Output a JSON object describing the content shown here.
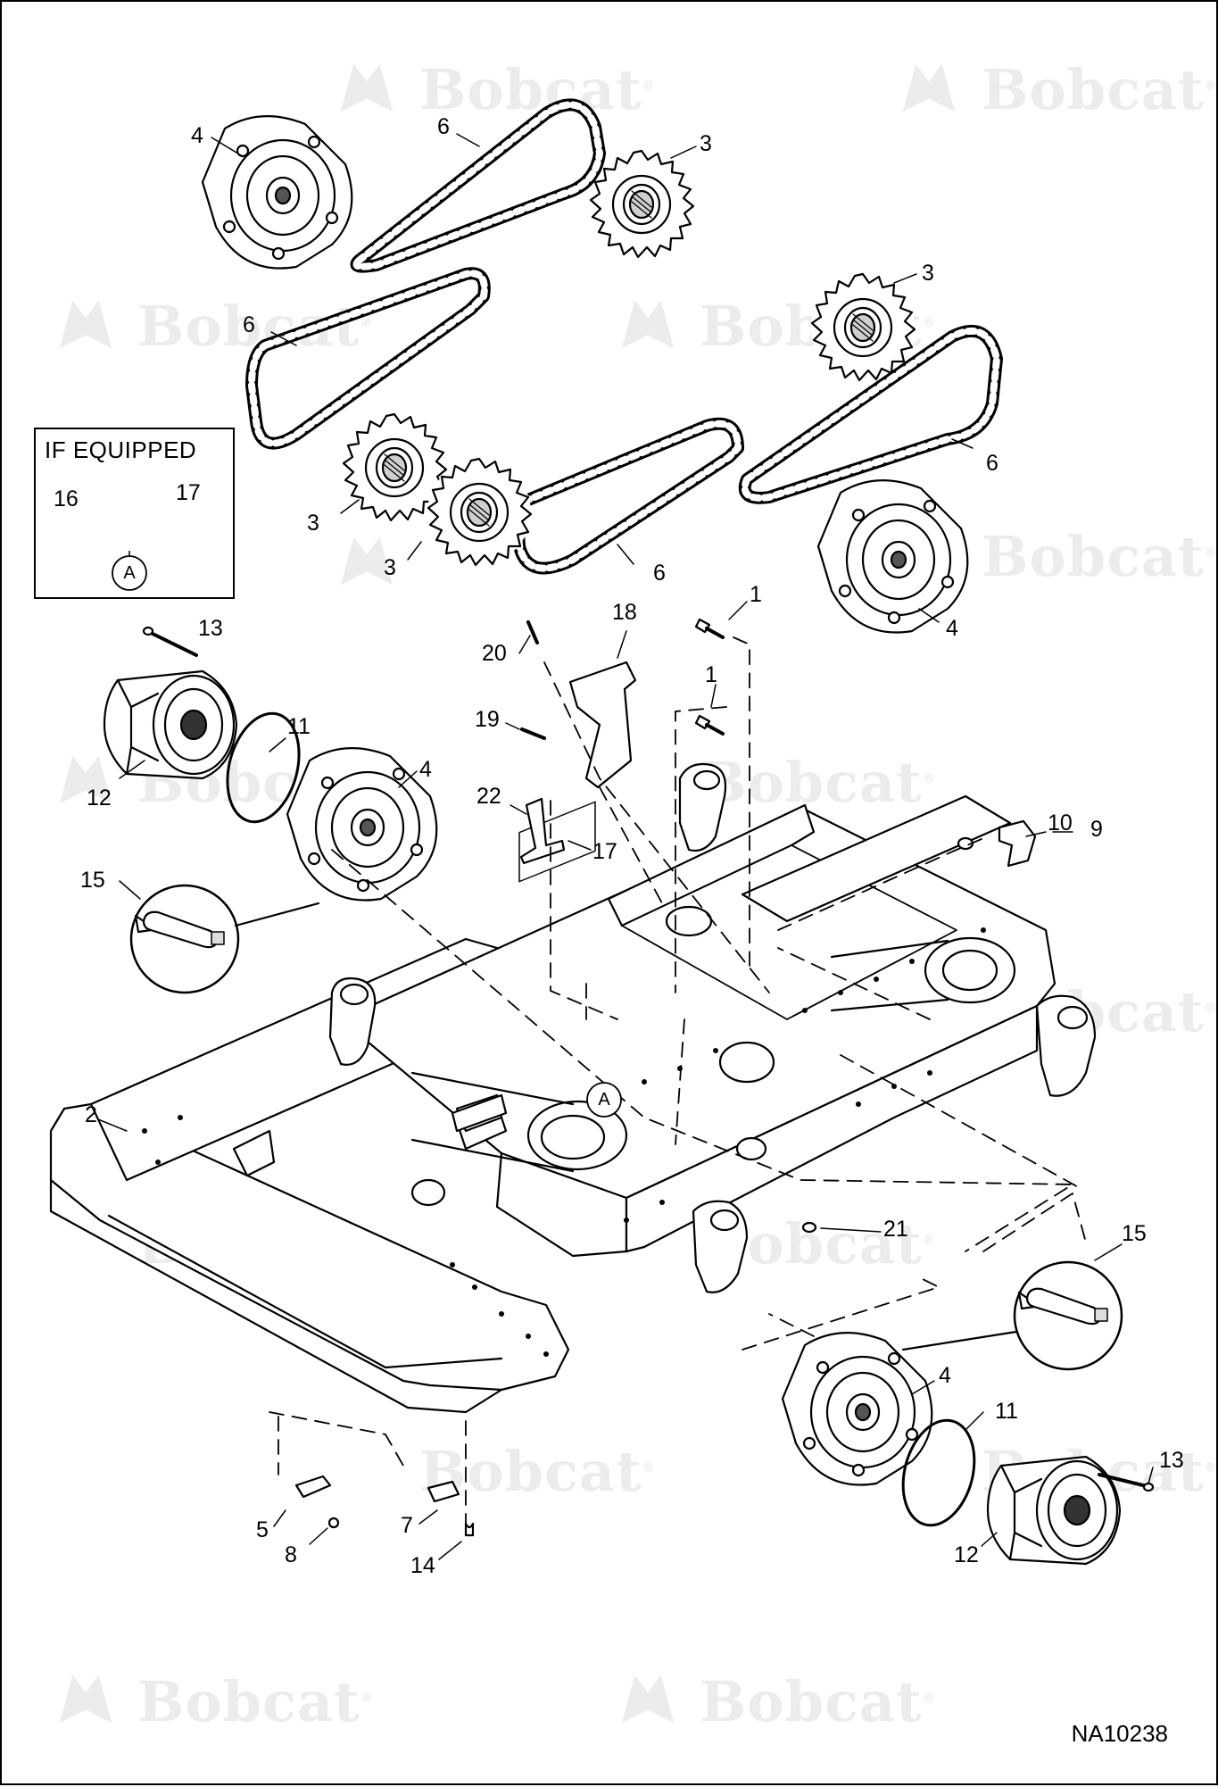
{
  "watermark": {
    "brand": "Bobcat",
    "mark": "®"
  },
  "inset": {
    "title": "IF EQUIPPED",
    "detail_label": "A"
  },
  "frame_detail_label": "A",
  "drawing_number": "NA10238",
  "callouts": [
    {
      "id": "c4a",
      "label": "4"
    },
    {
      "id": "c6a",
      "label": "6"
    },
    {
      "id": "c3a",
      "label": "3"
    },
    {
      "id": "c6b",
      "label": "6"
    },
    {
      "id": "c3b",
      "label": "3"
    },
    {
      "id": "c6c",
      "label": "6"
    },
    {
      "id": "c3c",
      "label": "3"
    },
    {
      "id": "c3d",
      "label": "3"
    },
    {
      "id": "c6d",
      "label": "6"
    },
    {
      "id": "c4b",
      "label": "4"
    },
    {
      "id": "c16",
      "label": "16"
    },
    {
      "id": "c17a",
      "label": "17"
    },
    {
      "id": "c13a",
      "label": "13"
    },
    {
      "id": "c1a",
      "label": "1"
    },
    {
      "id": "c20",
      "label": "20"
    },
    {
      "id": "c18",
      "label": "18"
    },
    {
      "id": "c1b",
      "label": "1"
    },
    {
      "id": "c19",
      "label": "19"
    },
    {
      "id": "c11a",
      "label": "11"
    },
    {
      "id": "c4c",
      "label": "4"
    },
    {
      "id": "c12a",
      "label": "12"
    },
    {
      "id": "c22",
      "label": "22"
    },
    {
      "id": "c17b",
      "label": "17"
    },
    {
      "id": "c10",
      "label": "10"
    },
    {
      "id": "c9",
      "label": "9"
    },
    {
      "id": "c15a",
      "label": "15"
    },
    {
      "id": "c2",
      "label": "2"
    },
    {
      "id": "c21",
      "label": "21"
    },
    {
      "id": "c15b",
      "label": "15"
    },
    {
      "id": "c4d",
      "label": "4"
    },
    {
      "id": "c11b",
      "label": "11"
    },
    {
      "id": "c13b",
      "label": "13"
    },
    {
      "id": "c5",
      "label": "5"
    },
    {
      "id": "c7",
      "label": "7"
    },
    {
      "id": "c8",
      "label": "8"
    },
    {
      "id": "c14",
      "label": "14"
    },
    {
      "id": "c12b",
      "label": "12"
    }
  ]
}
